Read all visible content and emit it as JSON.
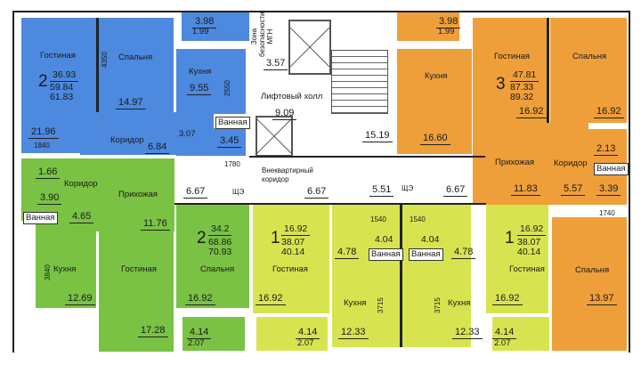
{
  "colors": {
    "apartment_2_top": "#4d89df",
    "apartment_3": "#ef9f3a",
    "apartment_2_bottom": "#7ac244",
    "apartment_1": "#d8e44f"
  },
  "apt_blue": {
    "rooms": "2",
    "living_area": "36.93",
    "total_area": "59.84",
    "total_with_balcony": "61.83",
    "living": "Гостиная",
    "living_val": "21.96",
    "bedroom": "Спальня",
    "bedroom_val": "14.97",
    "kitchen": "Кухня",
    "kitchen_val": "9.55",
    "corridor": "Коридор",
    "corridor_val": "6.84",
    "bath": "Ванная",
    "bath_val": "3.45",
    "wc_val": "3.07",
    "balcony_full": "3.98",
    "balcony_half": "1.99",
    "dim_4350": "4350",
    "dim_2550": "2550",
    "dim_1840": "1840",
    "dim_1780": "1780"
  },
  "common": {
    "mgn_zone": "Зона безопасности МГН",
    "mgn_val": "3.57",
    "lift_hall": "Лифтовый холл",
    "lift_hall_val": "9.09",
    "stair_val": "15.19",
    "ext_corridor_1": "Внеквартирный",
    "ext_corridor_2": "коридор",
    "c1": "6.67",
    "shch1": "ЩЭ",
    "c2": "6.67",
    "c3": "5.51",
    "shch2": "ЩЭ",
    "c4": "6.67"
  },
  "apt_orange": {
    "rooms": "3",
    "living_area": "47.81",
    "total_area": "87.33",
    "total_with_balcony": "89.32",
    "balcony_full": "3.98",
    "balcony_half": "1.99",
    "kitchen": "Кухня",
    "kitchen_val": "16.60",
    "living": "Гостиная",
    "living_val": "16.92",
    "bedroom1": "Спальня",
    "bedroom1_val": "16.92",
    "hall": "Прихожая",
    "hall_val": "11.83",
    "corridor": "Коридор",
    "corridor_val": "5.57",
    "bath": "Ванная",
    "bath_val": "3.39",
    "wc_val": "2.13",
    "dim_1740": "1740",
    "bedroom2": "Спальня",
    "bedroom2_val": "13.97"
  },
  "apt_green": {
    "rooms": "2",
    "living_area": "34.2",
    "total_area": "68.86",
    "total_with_balcony": "70.93",
    "wc_val": "1.66",
    "corridor": "Коридор",
    "corridor_val": "3.90",
    "bath": "Ванная",
    "hall_small_val": "4.65",
    "hall": "Прихожая",
    "hall_val": "11.76",
    "kitchen": "Кухня",
    "kitchen_val": "12.69",
    "dim_3840": "3840",
    "living": "Гостиная",
    "living_val": "17.28",
    "bedroom": "Спальня",
    "bedroom_val": "16.92",
    "balcony_full": "4.14",
    "balcony_half": "2.07"
  },
  "apt_yellow_left": {
    "rooms": "1",
    "living_area": "16.92",
    "total_area": "38.07",
    "total_with_balcony": "40.14",
    "living": "Гостиная",
    "living_val": "16.92",
    "balcony_full": "4.14",
    "balcony_half": "2.07",
    "hall_val": "4.78",
    "kitchen": "Кухня",
    "kitchen_val": "12.33",
    "dim_3715": "3715",
    "dim_1540": "1540",
    "bath_val": "4.04",
    "bath": "Ванная"
  },
  "apt_yellow_right": {
    "rooms": "1",
    "living_area": "16.92",
    "total_area": "38.07",
    "total_with_balcony": "40.14",
    "living": "Гостиная",
    "living_val": "16.92",
    "balcony_full": "4.14",
    "balcony_half": "2.07",
    "hall_val": "4.78",
    "kitchen": "Кухня",
    "kitchen_val": "12.33",
    "dim_3715": "3715",
    "dim_1540": "1540",
    "bath_val": "4.04",
    "bath": "Ванная"
  }
}
